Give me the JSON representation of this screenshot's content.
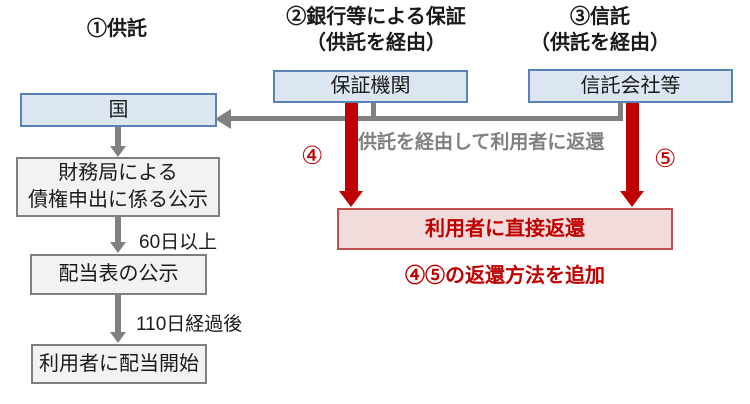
{
  "diagram": {
    "headings": {
      "kyotaku": "①供託",
      "ginko_line1": "②銀行等による保証",
      "ginko_line2": "（供託を経由）",
      "shintaku_line1": "③信託",
      "shintaku_line2": "（供託を経由）"
    },
    "boxes": {
      "kuni": "国",
      "hosho_kikan": "保証機関",
      "shintaku_kaisha": "信託会社等",
      "zaimu_line1": "財務局による",
      "zaimu_line2": "債権申出に係る公示",
      "haitohyo_koji": "配当表の公示",
      "haito_kaishi": "利用者に配当開始",
      "chokusetsu_henkan": "利用者に直接返還"
    },
    "labels": {
      "days_60": "60日以上",
      "days_110": "110日経過後",
      "via_kyotaku": "供託を経由して利用者に返還",
      "num4": "④",
      "num5": "⑤",
      "footnote": "④⑤の返還方法を追加"
    },
    "colors": {
      "blue_fill": "#dce6f2",
      "blue_border": "#5a82b4",
      "gray_fill": "#f2f2f2",
      "gray_border": "#7f7f7f",
      "red_fill": "#f2dcdb",
      "red_border": "#bf4f4c",
      "red_accent": "#c00000",
      "gray_arrow": "#808080"
    }
  }
}
